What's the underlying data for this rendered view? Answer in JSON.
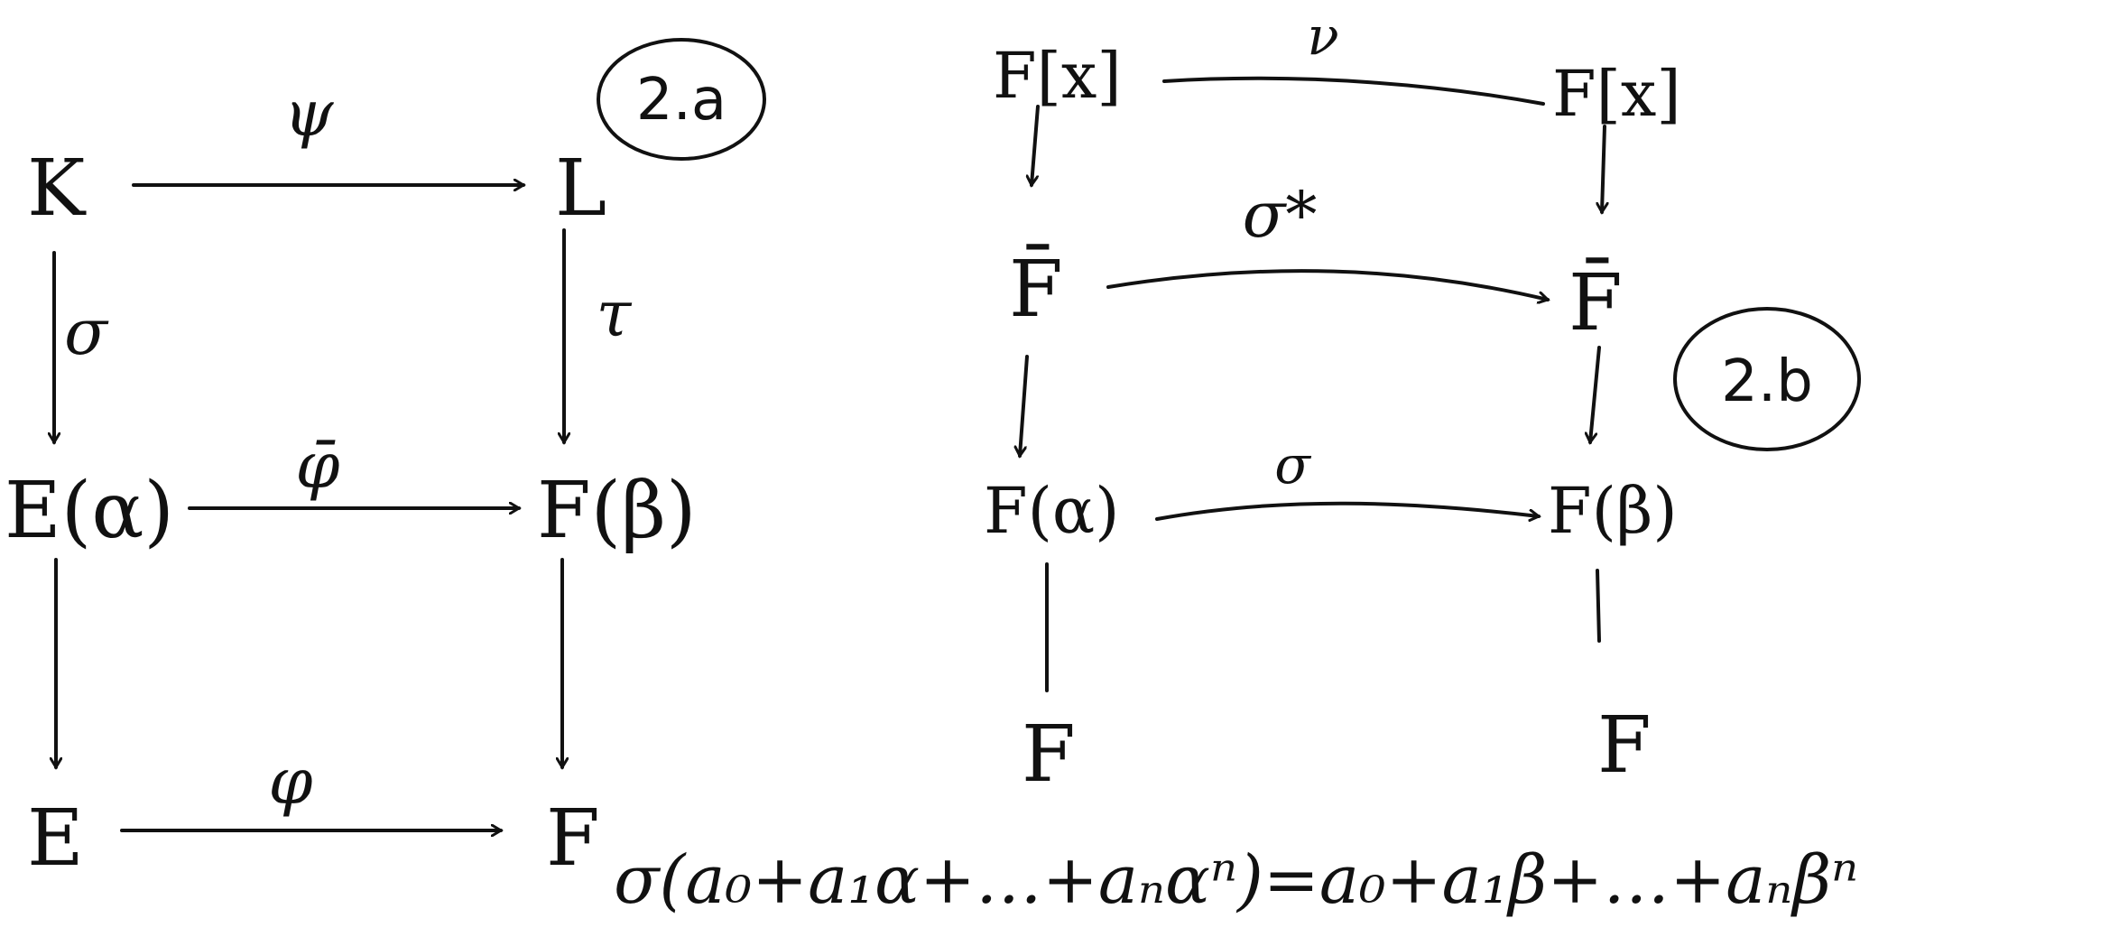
{
  "diagram_a": {
    "tag": "2.a",
    "nodes": {
      "K": "K",
      "L": "L",
      "E_alpha": "E(α)",
      "F_beta": "F(β)",
      "E": "E",
      "F": "F"
    },
    "edges": {
      "K_L": "ψ",
      "K_Ealpha": "σ",
      "L_Fbeta": "τ",
      "Ealpha_Fbeta": "φ̄",
      "E_F": "φ"
    }
  },
  "diagram_b": {
    "tag": "2.b",
    "nodes": {
      "Fx_left": "F[x]",
      "Fx_right": "F[x]",
      "Fbar_left": "F̄",
      "Fbar_right": "F̄",
      "F_alpha": "F(α)",
      "F_beta": "F(β)",
      "F_left": "F",
      "F_right": "F"
    },
    "edges": {
      "Fx_Fx": "ν",
      "Fbar_Fbar": "σ*",
      "Falpha_Fbeta": "σ"
    }
  },
  "formula": "σ(a₀+a₁α+…+aₙαⁿ)=a₀+a₁β+…+aₙβⁿ"
}
